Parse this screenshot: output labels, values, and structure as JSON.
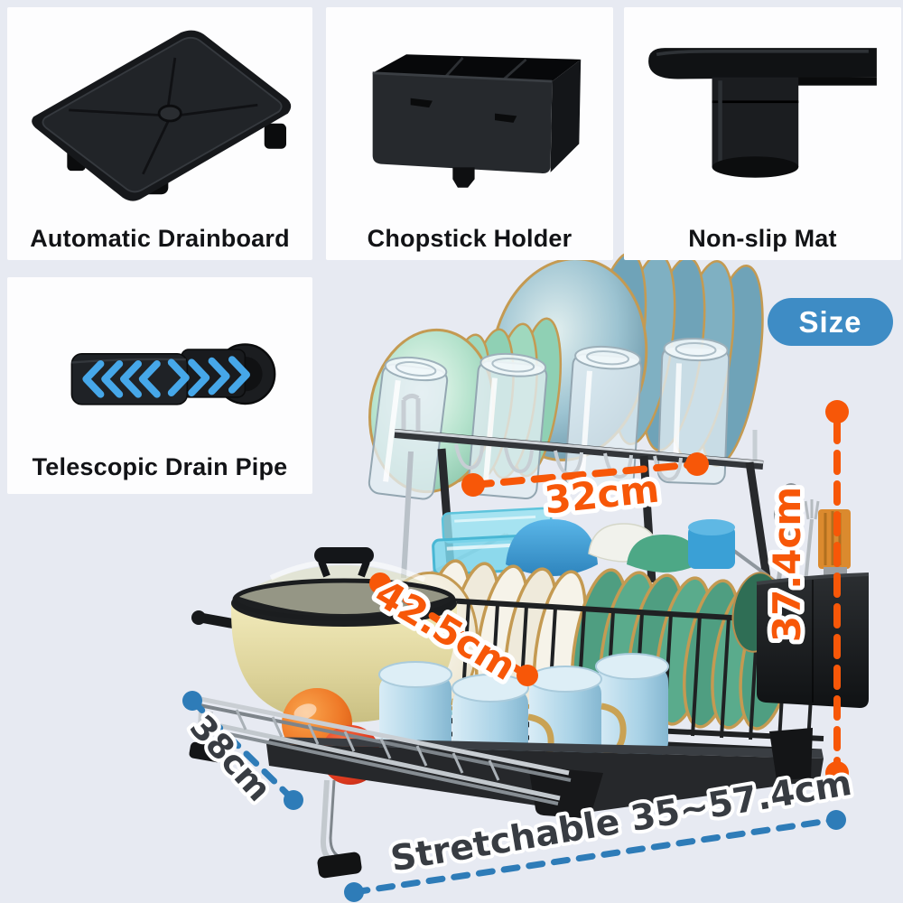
{
  "panels": [
    {
      "label": "Automatic Drainboard",
      "icon": "drainboard-icon"
    },
    {
      "label": "Chopstick Holder",
      "icon": "chopstick-holder-icon"
    },
    {
      "label": "Non-slip Mat",
      "icon": "non-slip-mat-icon"
    },
    {
      "label": "Telescopic Drain Pipe",
      "icon": "telescopic-drain-pipe-icon"
    }
  ],
  "size_badge": {
    "label": "Size"
  },
  "dimensions": {
    "top_rack_width": {
      "value": "32cm"
    },
    "total_height": {
      "value": "37.4cm"
    },
    "diagonal_length": {
      "value": "42.5cm"
    },
    "base_depth": {
      "value": "38cm"
    },
    "stretch_range": {
      "value": "Stretchable 35~57.4cm"
    }
  },
  "colors": {
    "accent_orange": "#f75708",
    "accent_blue": "#2e7cb8",
    "badge_blue": "#3e8cc5",
    "background": "#e7eaf2",
    "panel": "#fdfdfe",
    "gold_rim": "#c49a52"
  }
}
